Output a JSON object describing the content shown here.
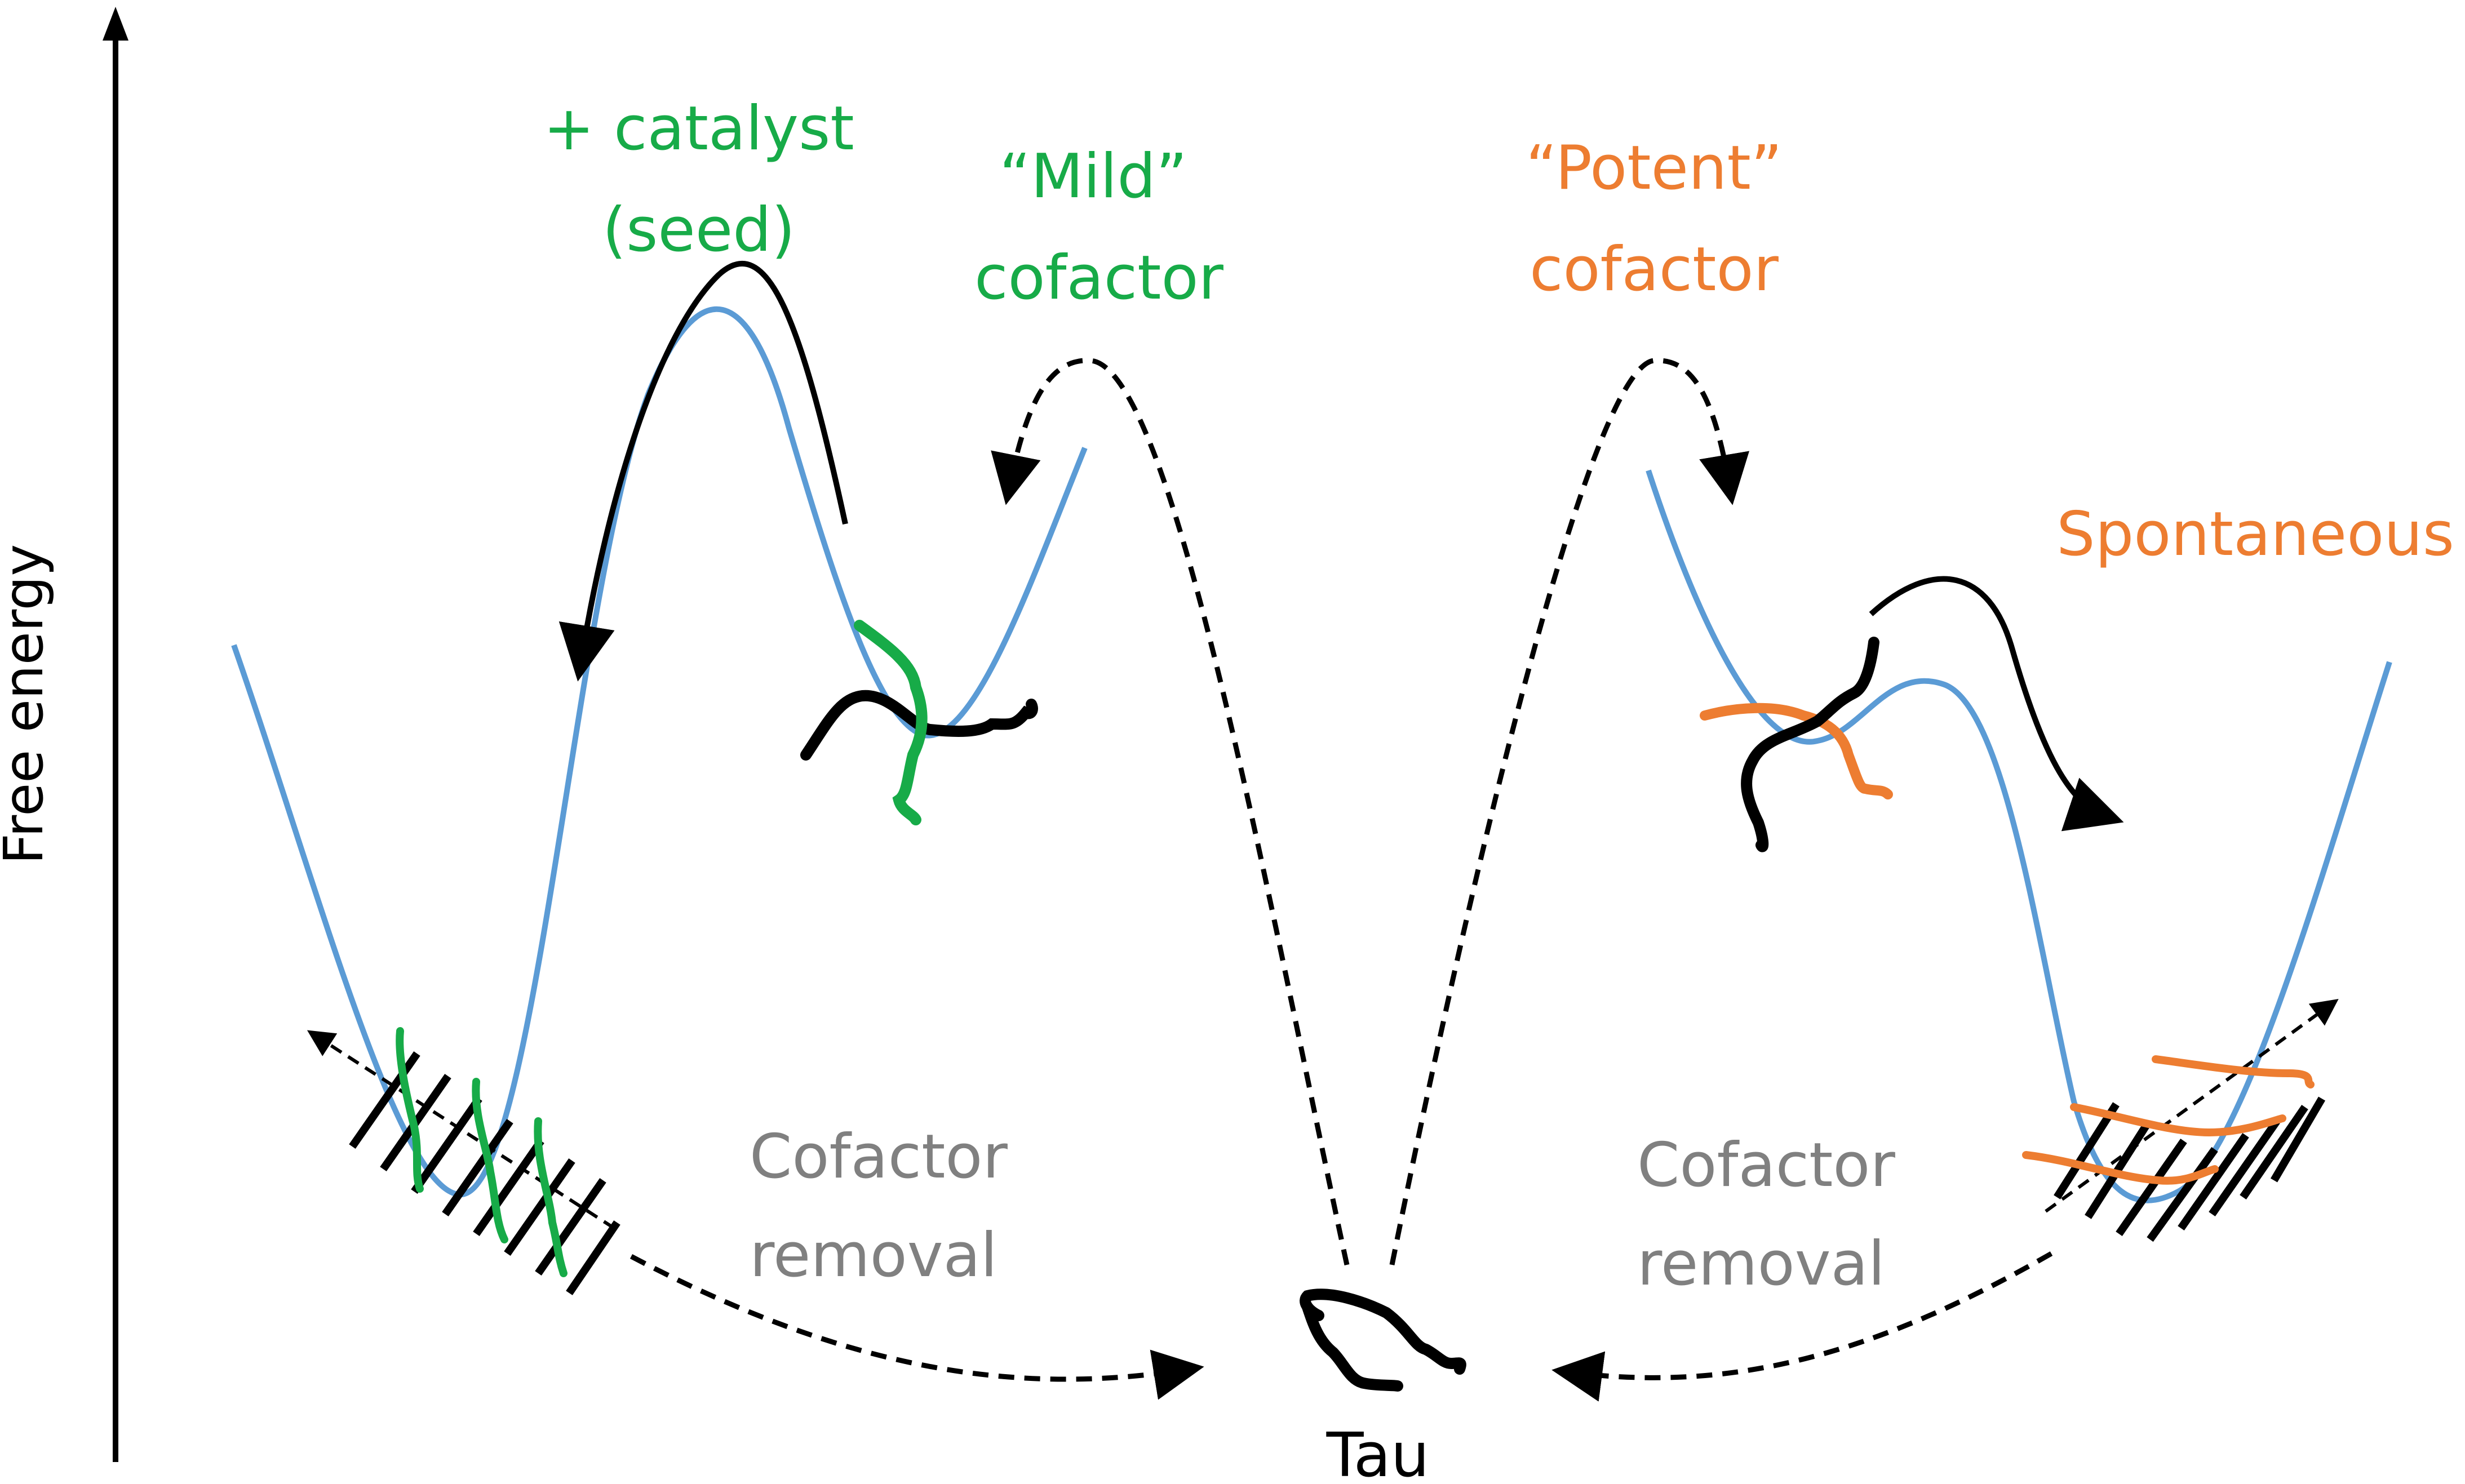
{
  "axis": {
    "ylabel": "Free energy"
  },
  "labels": {
    "catalyst_line1": "+ catalyst",
    "catalyst_line2": "(seed)",
    "mild_line1": "“Mild”",
    "mild_line2": "cofactor",
    "potent_line1": "“Potent”",
    "potent_line2": "cofactor",
    "spontaneous": "Spontaneous",
    "cofactor_removal_left_1": "Cofactor",
    "cofactor_removal_left_2": "removal",
    "cofactor_removal_right_1": "Cofactor",
    "cofactor_removal_right_2": "removal",
    "tau": "Tau"
  },
  "colors": {
    "green": "#17ab48",
    "orange": "#ed7d31",
    "gray": "#808080",
    "blue": "#5b9bd5",
    "black": "#000000"
  }
}
